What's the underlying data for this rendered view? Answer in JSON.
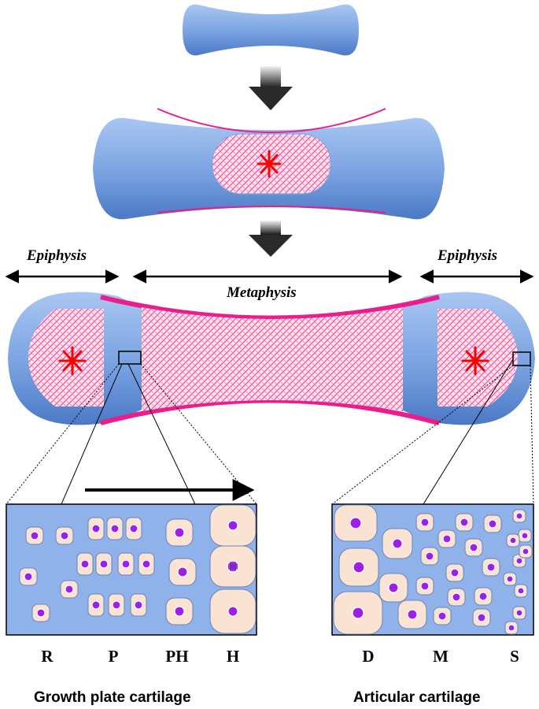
{
  "labels": {
    "epiphysis_left": "Epiphysis",
    "epiphysis_right": "Epiphysis",
    "metaphysis": "Metaphysis"
  },
  "growth_plate": {
    "zones": [
      "R",
      "P",
      "PH",
      "H"
    ],
    "caption": "Growth plate cartilage"
  },
  "articular": {
    "zones": [
      "D",
      "M",
      "S"
    ],
    "caption": "Articular cartilage"
  },
  "colors": {
    "bone": "#7ea6e0",
    "bone_dark": "#4a78c4",
    "cartilage_fill": "#f6d6e6",
    "cartilage_pattern": "#e0488f",
    "periosteum": "#e91e8c",
    "ossification_center": "#ff0000",
    "cell": "#fbe3d3",
    "nucleus": "#9b1fe6",
    "panel_bg": "#8fb2ea"
  },
  "icons": {
    "ossification": "asterisk-star-icon",
    "arrow": "gradient-down-arrow-icon"
  }
}
